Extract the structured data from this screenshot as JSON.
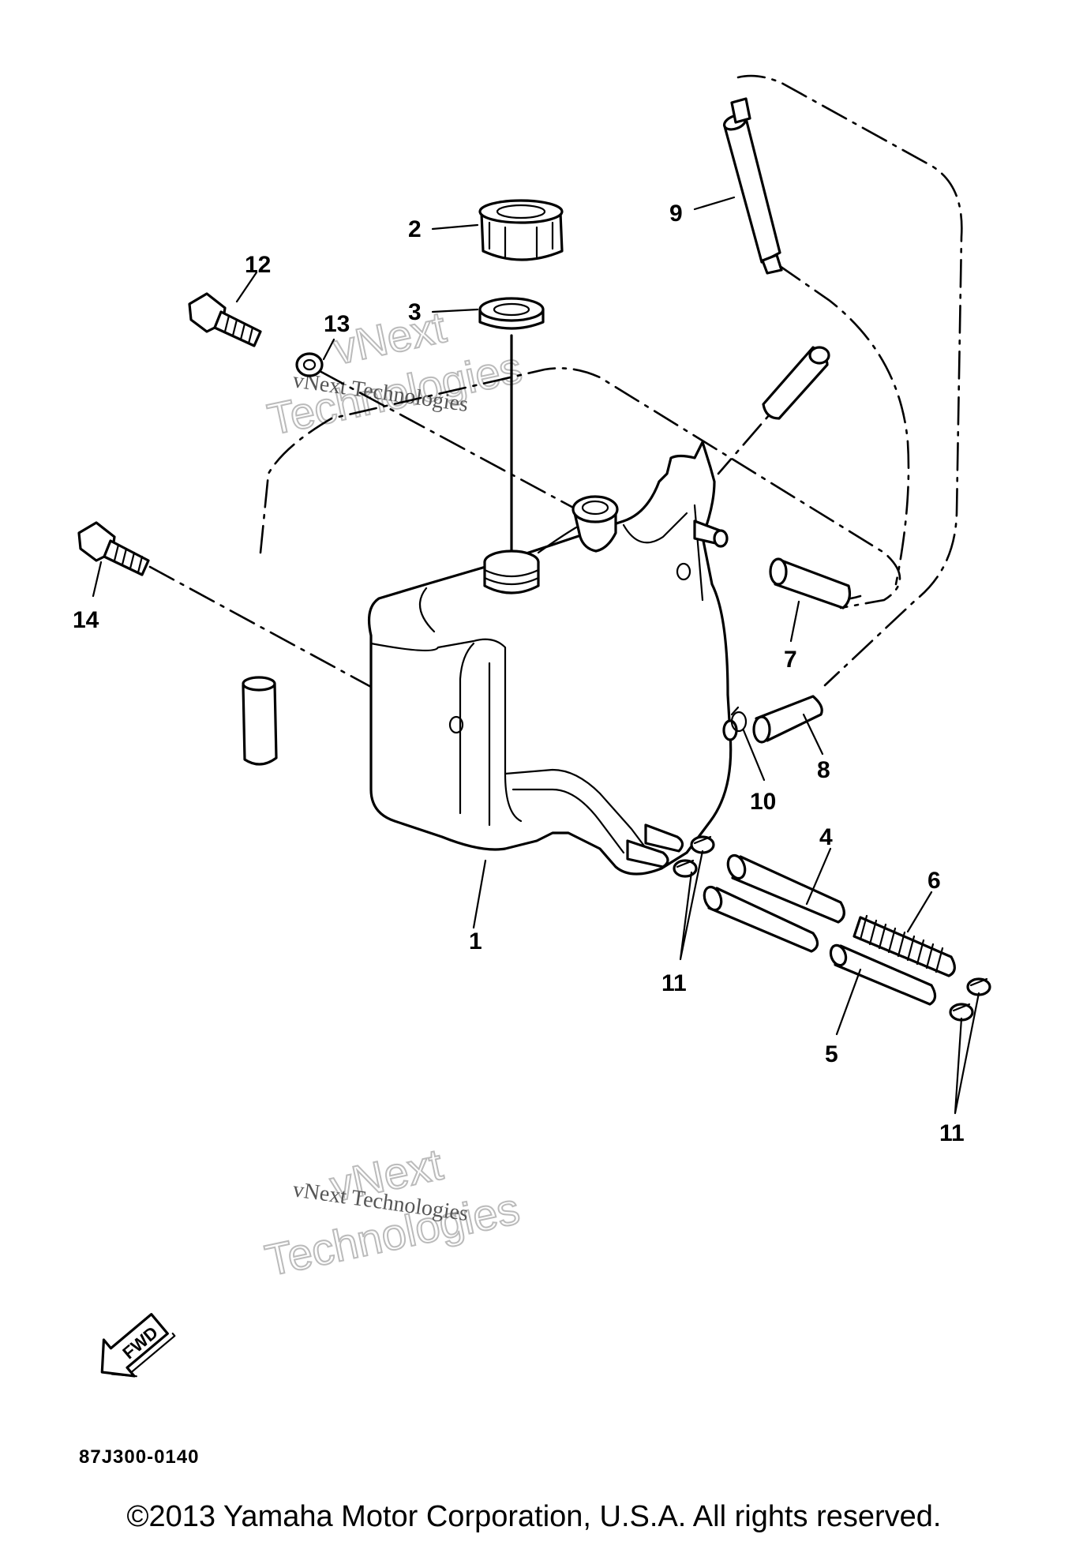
{
  "callouts": [
    {
      "id": "1",
      "label": "1"
    },
    {
      "id": "2",
      "label": "2"
    },
    {
      "id": "3",
      "label": "3"
    },
    {
      "id": "4",
      "label": "4"
    },
    {
      "id": "5",
      "label": "5"
    },
    {
      "id": "6",
      "label": "6"
    },
    {
      "id": "7",
      "label": "7"
    },
    {
      "id": "8",
      "label": "8"
    },
    {
      "id": "9",
      "label": "9"
    },
    {
      "id": "10",
      "label": "10"
    },
    {
      "id": "11a",
      "label": "11"
    },
    {
      "id": "11b",
      "label": "11"
    },
    {
      "id": "12",
      "label": "12"
    },
    {
      "id": "13",
      "label": "13"
    },
    {
      "id": "14",
      "label": "14"
    }
  ],
  "watermark": {
    "line1": "vNext Technologies",
    "line2": "vNext",
    "line3": "Technologies"
  },
  "fwd_label": "FWD",
  "diagram_code": "87J300-0140",
  "copyright": "©2013 Yamaha Motor Corporation, U.S.A. All rights reserved."
}
